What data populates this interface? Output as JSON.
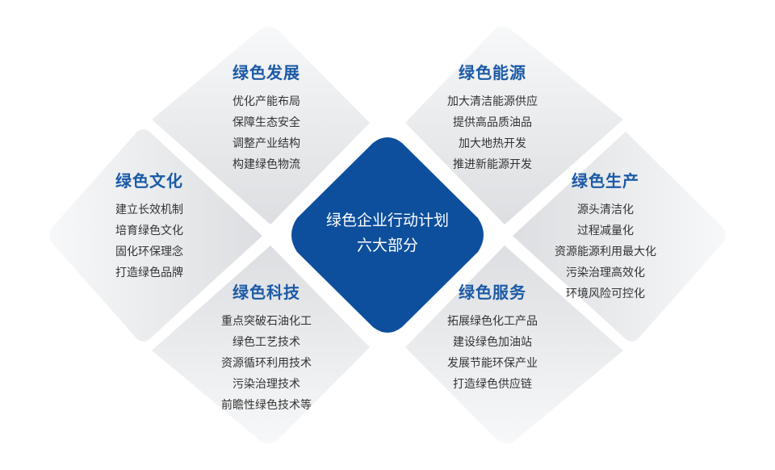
{
  "center": {
    "line1": "绿色企业行动计划",
    "line2": "六大部分"
  },
  "blocks": {
    "development": {
      "title": "绿色发展",
      "items": [
        "优化产能布局",
        "保障生态安全",
        "调整产业结构",
        "构建绿色物流"
      ]
    },
    "energy": {
      "title": "绿色能源",
      "items": [
        "加大清洁能源供应",
        "提供高品质油品",
        "加大地热开发",
        "推进新能源开发"
      ]
    },
    "culture": {
      "title": "绿色文化",
      "items": [
        "建立长效机制",
        "培育绿色文化",
        "固化环保理念",
        "打造绿色品牌"
      ]
    },
    "production": {
      "title": "绿色生产",
      "items": [
        "源头清洁化",
        "过程减量化",
        "资源能源利用最大化",
        "污染治理高效化",
        "环境风险可控化"
      ]
    },
    "technology": {
      "title": "绿色科技",
      "items": [
        "重点突破石油化工",
        "绿色工艺技术",
        "资源循环利用技术",
        "污染治理技术",
        "前瞻性绿色技术等"
      ]
    },
    "service": {
      "title": "绿色服务",
      "items": [
        "拓展绿色化工产品",
        "建设绿色加油站",
        "发展节能环保产业",
        "打造绿色供应链"
      ]
    }
  },
  "colors": {
    "center_fill": "#0d4f9c",
    "title_color": "#1b5aa6",
    "tile_light": "#f3f4f6",
    "tile_dark": "#dadcdf"
  }
}
